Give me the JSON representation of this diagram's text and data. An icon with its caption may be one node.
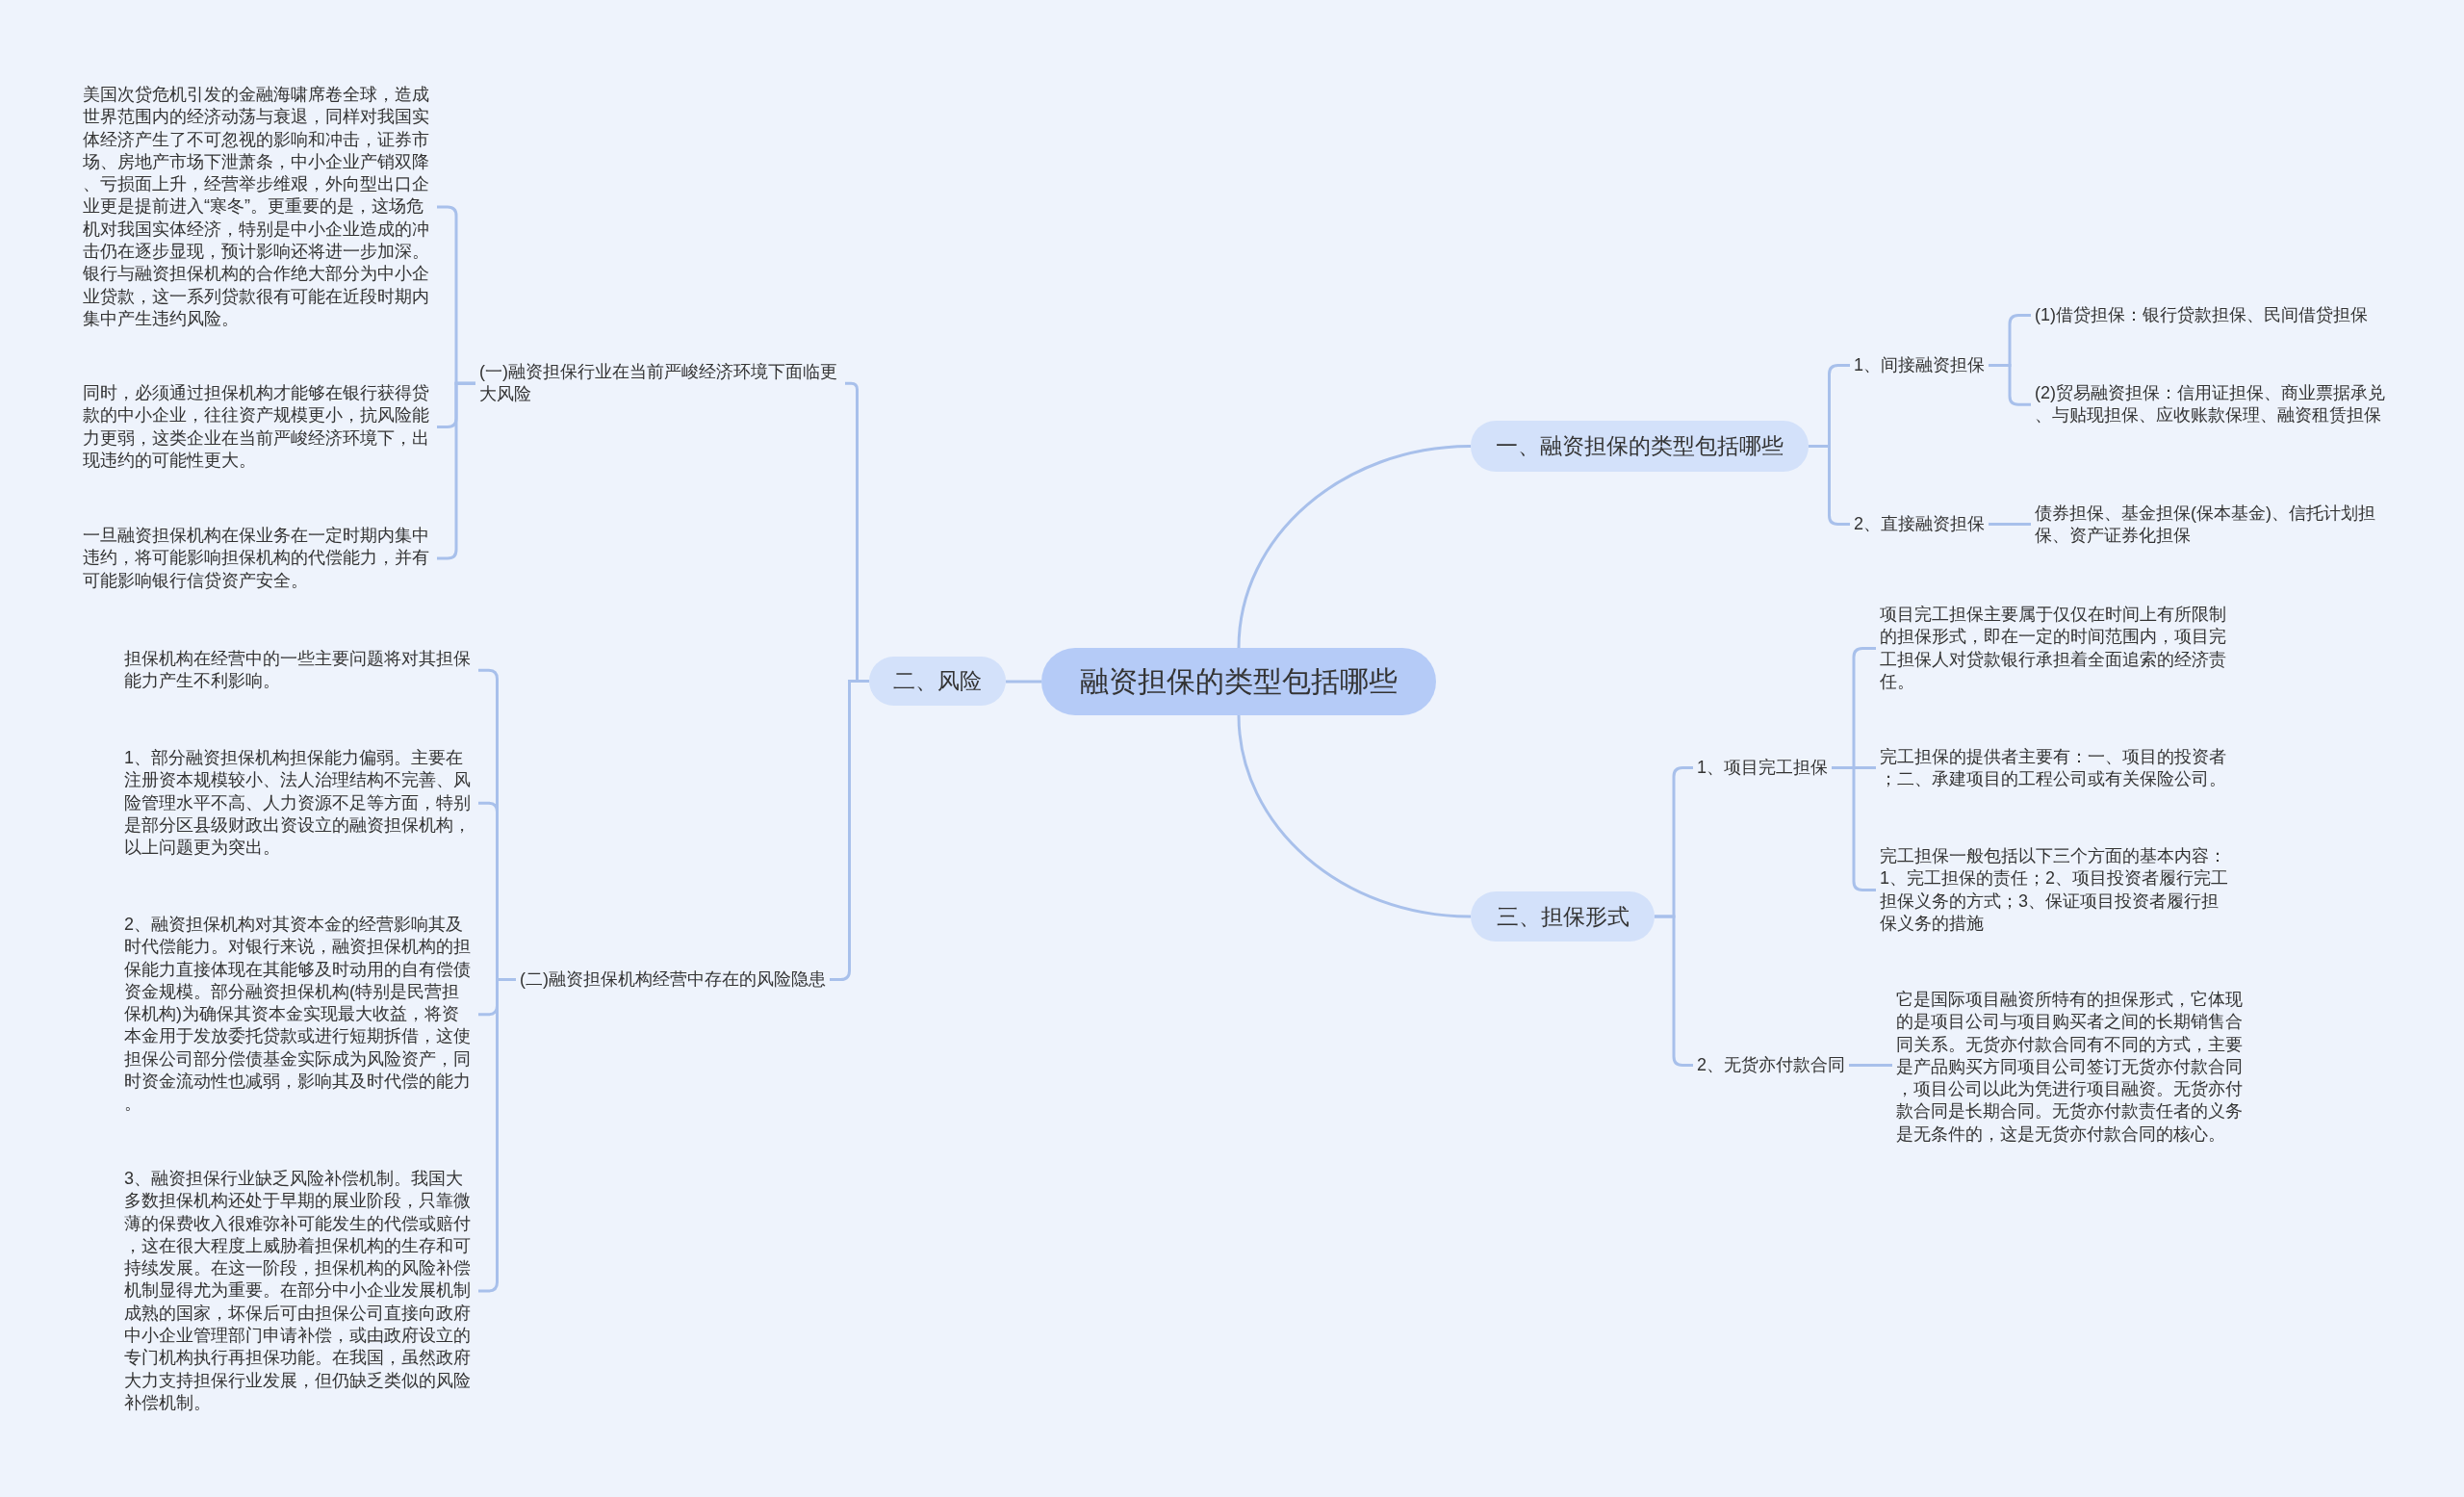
{
  "diagram": {
    "nodes": [
      {
        "text": [
          "融资担保的类型包括哪些"
        ]
      },
      {
        "text": [
          "二、风险"
        ]
      },
      {
        "text": [
          "(一)融资担保行业在当前严峻经济环境下面临更大风险"
        ]
      },
      {
        "text": [
          "美国次贷危机引发的金融海啸席卷全球，造成世界范围内的经济动荡与衰退，同样对我国实体经济产生了不可忽视的影响和冲击，证券市场、房地产市场下泄萧条，中小企业产销双降、亏损面上升，经营举步维艰，外向型出口企业更是提前进入“寒冬”。更重要的是，这场危机对我国实体经济，特别是中小企业造成的冲击仍在逐步显现，预计影响还将进一步加深。银行与融资担保机构的合作绝大部分为中小企业贷款，这一系列贷款很有可能在近段时期内集中产生违约风险。"
        ]
      },
      {
        "text": [
          "同时，必须通过担保机构才能够在银行获得贷款的中小企业，往往资产规模更小，抗风险能力更弱，这类企业在当前严峻经济环境下，出现违约的可能性更大。"
        ]
      },
      {
        "text": [
          "一旦融资担保机构在保业务在一定时期内集中违约，将可能影响担保机构的代偿能力，并有可能影响银行信贷资产安全。"
        ]
      },
      {
        "text": [
          "(二)融资担保机构经营中存在的风险隐患"
        ]
      },
      {
        "text": [
          "担保机构在经营中的一些主要问题将对其担保能力产生不利影响。"
        ]
      },
      {
        "text": [
          "1、部分融资担保机构担保能力偏弱。主要在注册资本规模较小、法人治理结构不完善、风险管理水平不高、人力资源不足等方面，特别是部分区县级财政出资设立的融资担保机构，以上问题更为突出。"
        ]
      },
      {
        "text": [
          "2、融资担保机构对其资本金的经营影响其及时代偿能力。对银行来说，融资担保机构的担保能力直接体现在其能够及时动用的自有偿债资金规模。部分融资担保机构(特别是民营担保机构)为确保其资本金实现最大收益，将资本金用于发放委托贷款或进行短期拆借，这使担保公司部分偿债基金实际成为风险资产，同时资金流动性也减弱，影响其及时代偿的能力。"
        ]
      },
      {
        "text": [
          "3、融资担保行业缺乏风险补偿机制。我国大多数担保机构还处于早期的展业阶段，只靠微薄的保费收入很难弥补可能发生的代偿或赔付，这在很大程度上威胁着担保机构的生存和可持续发展。在这一阶段，担保机构的风险补偿机制显得尤为重要。在部分中小企业发展机制成熟的国家，坏保后可由担保公司直接向政府中小企业管理部门申请补偿，或由政府设立的专门机构执行再担保功能。在我国，虽然政府大力支持担保行业发展，但仍缺乏类似的风险补偿机制。"
        ]
      },
      {
        "text": [
          "一、融资担保的类型包括哪些"
        ]
      },
      {
        "text": [
          "1、间接融资担保"
        ]
      },
      {
        "text": [
          "(1)借贷担保：银行贷款担保、民间借贷担保"
        ]
      },
      {
        "text": [
          "(2)贸易融资担保：信用证担保、商业票据承兑、与贴现担保、应收账款保理、融资租赁担保"
        ]
      },
      {
        "text": [
          "2、直接融资担保"
        ]
      },
      {
        "text": [
          "债券担保、基金担保(保本基金)、信托计划担保、资产证券化担保"
        ]
      },
      {
        "text": [
          "三、担保形式"
        ]
      },
      {
        "text": [
          "1、项目完工担保"
        ]
      },
      {
        "text": [
          "项目完工担保主要属于仅仅在时间上有所限制的担保形式，即在一定的时间范围内，项目完工担保人对贷款银行承担着全面追索的经济责任。"
        ]
      },
      {
        "text": [
          "完工担保的提供者主要有：一、项目的投资者；二、承建项目的工程公司或有关保险公司。"
        ]
      },
      {
        "text": [
          "完工担保一般包括以下三个方面的基本内容：1、完工担保的责任；2、项目投资者履行完工担保义务的方式；3、保证项目投资者履行担保义务的措施"
        ]
      },
      {
        "text": [
          "2、无货亦付款合同"
        ]
      },
      {
        "text": [
          "它是国际项目融资所特有的担保形式，它体现的是项目公司与项目购买者之间的长期销售合同关系。无货亦付款合同有不同的方式，主要是产品购买方同项目公司签订无货亦付款合同，项目公司以此为凭进行项目融资。无货亦付款合同是长期合同。无货亦付款责任者的义务是无条件的，这是无货亦付款合同的核心。"
        ]
      }
    ],
    "edges": [
      {
        "from": 0,
        "to": 1,
        "arrow": "none"
      },
      {
        "from": 1,
        "to": 2,
        "arrow": "none"
      },
      {
        "from": 2,
        "to": 3,
        "arrow": "none"
      },
      {
        "from": 2,
        "to": 4,
        "arrow": "none"
      },
      {
        "from": 2,
        "to": 5,
        "arrow": "none"
      },
      {
        "from": 1,
        "to": 6,
        "arrow": "none"
      },
      {
        "from": 6,
        "to": 7,
        "arrow": "none"
      },
      {
        "from": 6,
        "to": 8,
        "arrow": "none"
      },
      {
        "from": 6,
        "to": 9,
        "arrow": "none"
      },
      {
        "from": 6,
        "to": 10,
        "arrow": "none"
      },
      {
        "from": 0,
        "to": 11,
        "arrow": "none"
      },
      {
        "from": 11,
        "to": 12,
        "arrow": "none"
      },
      {
        "from": 12,
        "to": 13,
        "arrow": "none"
      },
      {
        "from": 12,
        "to": 14,
        "arrow": "none"
      },
      {
        "from": 11,
        "to": 15,
        "arrow": "none"
      },
      {
        "from": 15,
        "to": 16,
        "arrow": "none"
      },
      {
        "from": 0,
        "to": 17,
        "arrow": "none"
      },
      {
        "from": 17,
        "to": 18,
        "arrow": "none"
      },
      {
        "from": 18,
        "to": 19,
        "arrow": "none"
      },
      {
        "from": 18,
        "to": 20,
        "arrow": "none"
      },
      {
        "from": 18,
        "to": 21,
        "arrow": "none"
      },
      {
        "from": 17,
        "to": 22,
        "arrow": "none"
      },
      {
        "from": 22,
        "to": 23,
        "arrow": "none"
      }
    ]
  }
}
